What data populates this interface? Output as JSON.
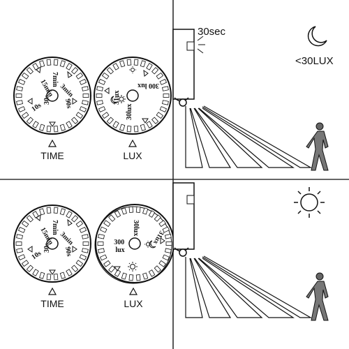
{
  "top_panel": {
    "time_dial": {
      "label": "TIME",
      "settings": [
        "15min",
        "7min",
        "3min",
        "90s",
        "30s",
        "10s"
      ]
    },
    "lux_dial": {
      "label": "LUX",
      "settings": [
        "31ux",
        "30lux",
        "300 lux"
      ]
    },
    "timer_text": "30sec",
    "lux_condition_text": "<30LUX"
  },
  "bottom_panel": {
    "time_dial": {
      "label": "TIME",
      "settings": [
        "15min",
        "7min",
        "3min",
        "90s",
        "30s",
        "10s"
      ]
    },
    "lux_dial": {
      "label": "LUX",
      "settings": [
        "300 lux",
        "30lux",
        "31ux"
      ]
    }
  },
  "icons": [
    "sun-icon",
    "moon-icon",
    "walking-person-icon",
    "motion-sensor-icon",
    "arrow-up-icon"
  ],
  "colors": {
    "line": "#111111",
    "background": "#ffffff"
  }
}
